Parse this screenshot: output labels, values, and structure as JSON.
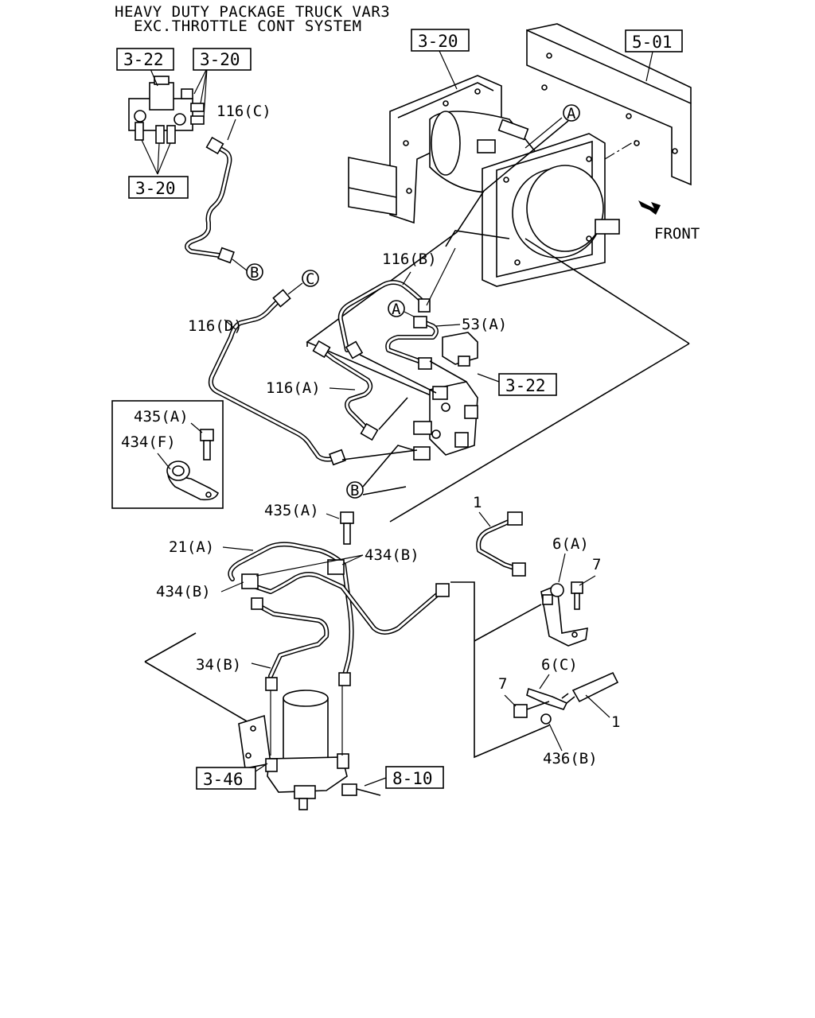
{
  "header": {
    "line1": "HEAVY DUTY PACKAGE TRUCK VAR3",
    "line2": "EXC.THROTTLE CONT SYSTEM"
  },
  "references": {
    "ref_3_22_top": "3-22",
    "ref_3_20_top_left": "3-20",
    "ref_3_20_left": "3-20",
    "ref_3_20_top": "3-20",
    "ref_5_01": "5-01",
    "ref_3_22_mid": "3-22",
    "ref_3_46": "3-46",
    "ref_8_10": "8-10"
  },
  "callouts": {
    "circle_a_top": "A",
    "circle_a_mid": "A",
    "circle_b_top": "B",
    "circle_b_mid": "B",
    "circle_c": "C"
  },
  "labels": {
    "front": "FRONT",
    "p116c": "116(C)",
    "p116b": "116(B)",
    "p116d": "116(D)",
    "p116a": "116(A)",
    "p53a": "53(A)",
    "p435a_box": "435(A)",
    "p434f": "434(F)",
    "p435a": "435(A)",
    "p21a": "21(A)",
    "p434b_right": "434(B)",
    "p434b_left": "434(B)",
    "p34b": "34(B)",
    "p1_top": "1",
    "p6a": "6(A)",
    "p7_top": "7",
    "p6c": "6(C)",
    "p7_bottom": "7",
    "p1_bottom": "1",
    "p436b": "436(B)"
  }
}
